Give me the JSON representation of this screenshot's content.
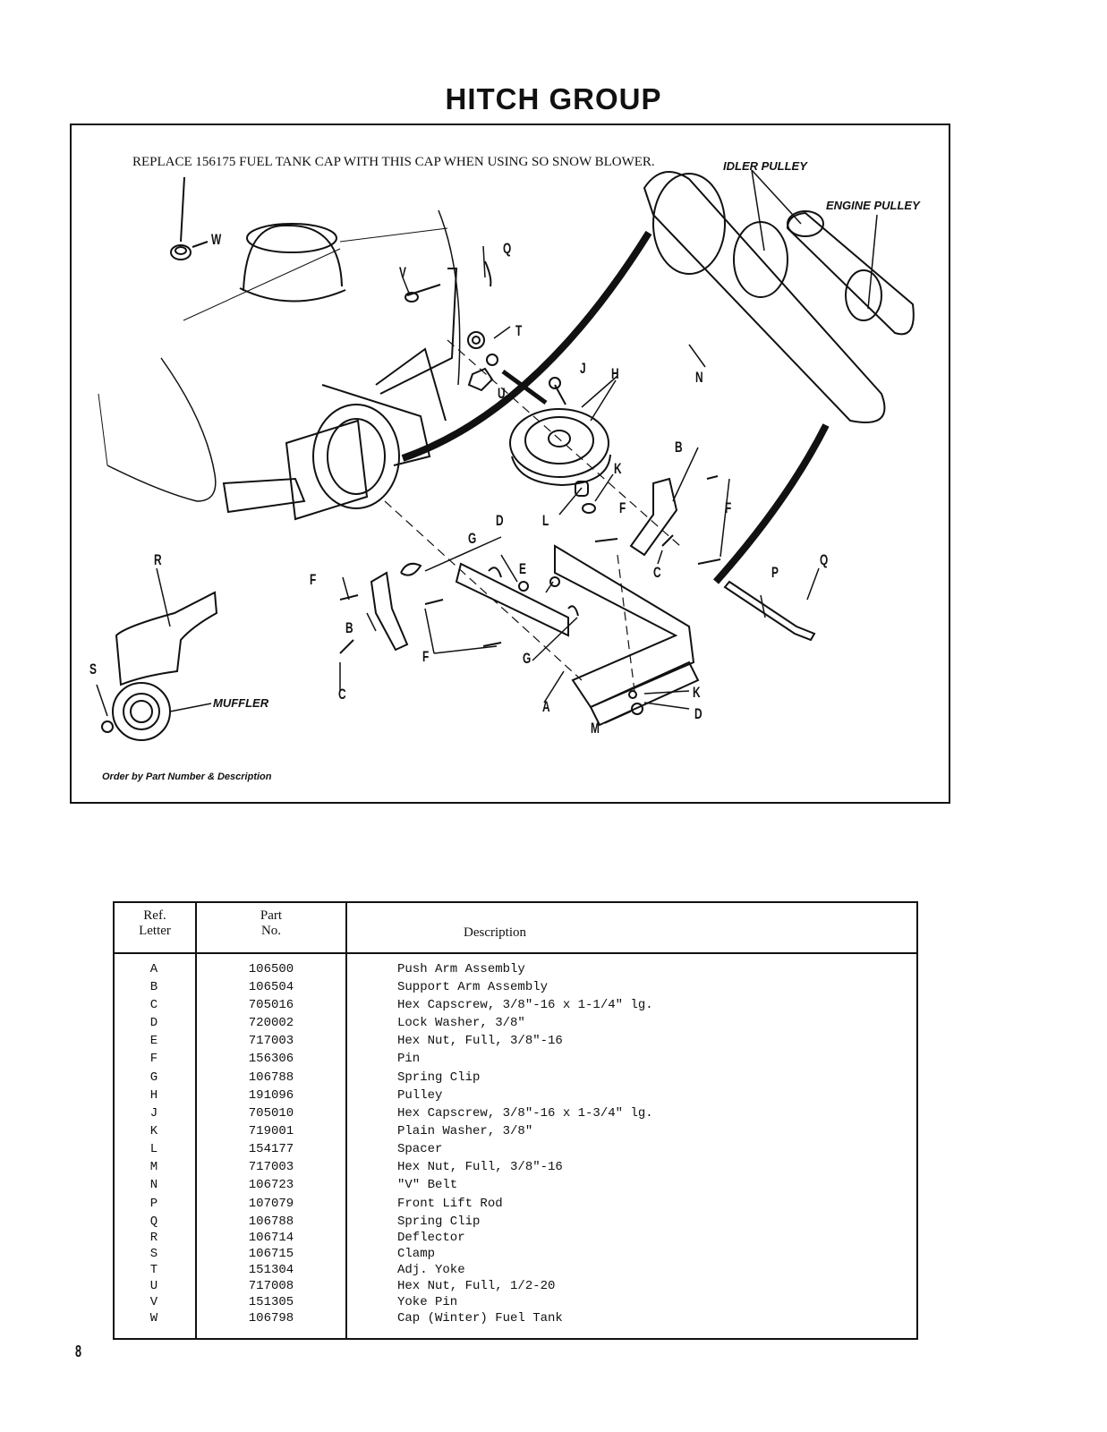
{
  "page_title": "HITCH GROUP",
  "figure": {
    "note": "REPLACE 156175 FUEL TANK CAP WITH THIS CAP WHEN USING SO SNOW BLOWER.",
    "callouts": {
      "idler_pulley": "IDLER PULLEY",
      "engine_pulley": "ENGINE PULLEY",
      "muffler": "MUFFLER"
    },
    "order_note": "Order by Part Number & Description",
    "letters": {
      "W": "W",
      "V": "V",
      "Q1": "Q",
      "T": "T",
      "U": "U",
      "J": "J",
      "H": "H",
      "N": "N",
      "B1": "B",
      "K1": "K",
      "F1": "F",
      "F2": "F",
      "L": "L",
      "D1": "D",
      "G1": "G",
      "E": "E",
      "C1": "C",
      "P": "P",
      "Q2": "Q",
      "R": "R",
      "F3": "F",
      "B2": "B",
      "F4": "F",
      "G2": "G",
      "C2": "C",
      "S": "S",
      "A": "A",
      "K2": "K",
      "D2": "D",
      "M": "M"
    }
  },
  "table": {
    "headers": {
      "ref_line1": "Ref.",
      "ref_line2": "Letter",
      "part_line1": "Part",
      "part_line2": "No.",
      "description": "Description"
    },
    "rows": [
      {
        "ref": "A",
        "part": "106500",
        "desc": "Push Arm Assembly"
      },
      {
        "ref": "B",
        "part": "106504",
        "desc": "Support Arm Assembly"
      },
      {
        "ref": "C",
        "part": "705016",
        "desc": "Hex Capscrew, 3/8\"-16 x 1-1/4\" lg."
      },
      {
        "ref": "D",
        "part": "720002",
        "desc": "Lock Washer, 3/8\""
      },
      {
        "ref": "E",
        "part": "717003",
        "desc": "Hex Nut, Full, 3/8\"-16"
      },
      {
        "ref": "F",
        "part": "156306",
        "desc": "Pin"
      },
      {
        "ref": "G",
        "part": "106788",
        "desc": "Spring Clip"
      },
      {
        "ref": "H",
        "part": "191096",
        "desc": "Pulley"
      },
      {
        "ref": "J",
        "part": "705010",
        "desc": "Hex Capscrew,    3/8\"-16 x 1-3/4\" lg."
      },
      {
        "ref": "K",
        "part": "719001",
        "desc": "Plain Washer, 3/8\""
      },
      {
        "ref": "L",
        "part": "154177",
        "desc": "Spacer"
      },
      {
        "ref": "M",
        "part": "717003",
        "desc": "Hex Nut, Full, 3/8\"-16"
      },
      {
        "ref": "N",
        "part": "106723",
        "desc": "\"V\" Belt"
      },
      {
        "ref": "P",
        "part": "107079",
        "desc": "Front Lift Rod"
      },
      {
        "ref": "Q",
        "part": "106788",
        "desc": "Spring Clip"
      },
      {
        "ref": "R",
        "part": "106714",
        "desc": "Deflector"
      },
      {
        "ref": "S",
        "part": "106715",
        "desc": "Clamp"
      },
      {
        "ref": "T",
        "part": "151304",
        "desc": "Adj. Yoke"
      },
      {
        "ref": "U",
        "part": "717008",
        "desc": "Hex Nut, Full, 1/2-20"
      },
      {
        "ref": "V",
        "part": "151305",
        "desc": "Yoke Pin"
      },
      {
        "ref": "W",
        "part": "106798",
        "desc": "Cap (Winter) Fuel Tank"
      }
    ]
  },
  "page_number": "8"
}
